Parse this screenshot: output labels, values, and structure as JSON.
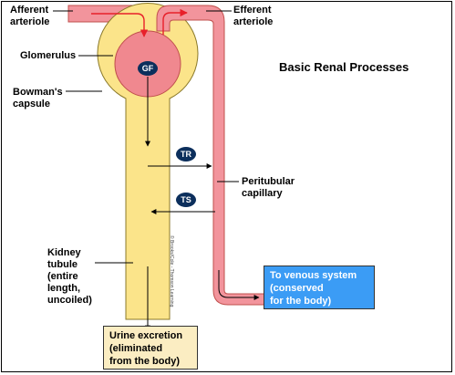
{
  "title": "Basic Renal Processes",
  "labels": {
    "afferent": "Afferent\narteriole",
    "efferent": "Efferent\narteriole",
    "glomerulus": "Glomerulus",
    "bowmans": "Bowman's\ncapsule",
    "peritubular": "Peritubular\ncapillary",
    "kidney_tubule": "Kidney\ntubule\n(entire\nlength,\nuncoiled)"
  },
  "badges": {
    "gf": "GF",
    "tr": "TR",
    "ts": "TS"
  },
  "boxes": {
    "venous": "To venous system\n(conserved\nfor the body)",
    "urine": "Urine excretion\n(eliminated\nfrom the body)"
  },
  "credit": "© Brooks/Cole - Thomson Learning",
  "colors": {
    "vessel": "#f2949c",
    "glomerulus": "#f0888f",
    "tubule": "#fbe48a",
    "badge": "#0c2f5c",
    "venous_box": "#3b9cf5",
    "urine_box": "#fbedc2",
    "flow_arrow": "#e8202a"
  }
}
